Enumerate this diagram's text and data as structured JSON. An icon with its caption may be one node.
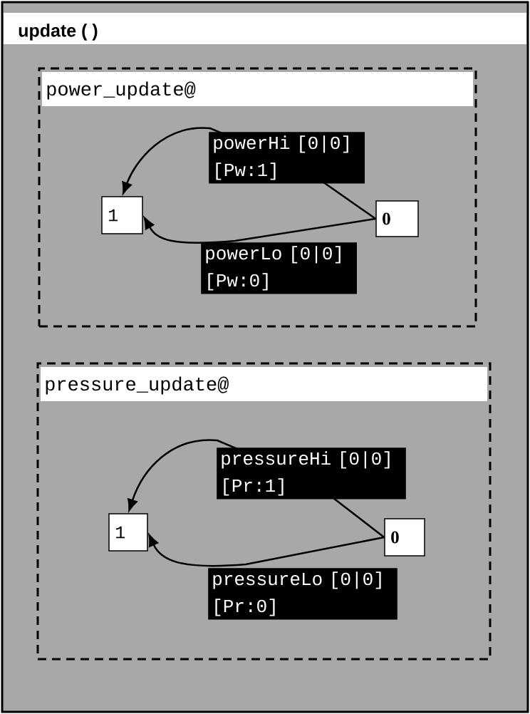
{
  "diagram": {
    "nodes": [
      {
        "text": [
          "update ( )"
        ]
      },
      {
        "text": [
          "power_update@"
        ],
        "in": 0
      },
      {
        "text": [
          "1"
        ],
        "in": 1
      },
      {
        "text": [
          "0"
        ],
        "in": 1
      },
      {
        "text": [
          "pressure_update@"
        ],
        "in": 0
      },
      {
        "text": [
          "1"
        ],
        "in": 4
      },
      {
        "text": [
          "0"
        ],
        "in": 4
      }
    ],
    "edges": [
      {
        "from": 3,
        "to": 2,
        "arrow": "to",
        "label": "powerHi [0|0] [Pw:1]"
      },
      {
        "from": 3,
        "to": 2,
        "arrow": "to",
        "label": "powerLo [0|0] [Pw:0]"
      },
      {
        "from": 6,
        "to": 5,
        "arrow": "to",
        "label": "pressureHi [0|0] [Pr:1]"
      },
      {
        "from": 6,
        "to": 5,
        "arrow": "to",
        "label": "pressureLo [0|0] [Pr:0]"
      }
    ]
  }
}
